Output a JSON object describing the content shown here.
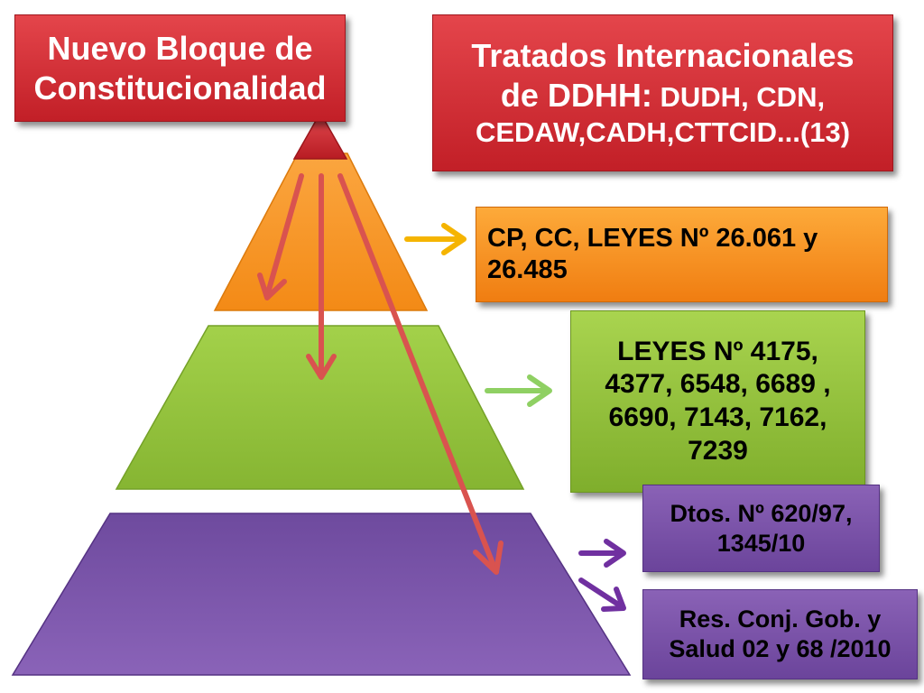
{
  "title": {
    "line1": "Nuevo Bloque de",
    "line2": "Constitucionalidad"
  },
  "boxes": {
    "tratados": {
      "line1": "Tratados Internacionales",
      "line2_a": "de DDHH:",
      "line2_b": " DUDH, CDN,",
      "line3": "CEDAW,CADH,CTTCID...(13)"
    },
    "cp": {
      "line1": "CP, CC, LEYES Nº 26.061 y",
      "line2": "26.485"
    },
    "leyes": {
      "line1": "LEYES Nº 4175,",
      "line2": "4377, 6548, 6689 ,",
      "line3": "6690, 7143, 7162,",
      "line4": "7239"
    },
    "dtos": {
      "line1": "Dtos. Nº 620/97,",
      "line2": "1345/10"
    },
    "res": {
      "line1": "Res. Conj. Gob. y",
      "line2": "Salud 02 y 68 /2010"
    }
  },
  "colors": {
    "red": "#d3343b",
    "orange": "#f79520",
    "green": "#92c13e",
    "purple": "#7b55a9",
    "arrow_red": "#d9534f",
    "arrow_yellow": "#f5b400",
    "arrow_green": "#8fd063",
    "arrow_purple": "#7030a0"
  }
}
